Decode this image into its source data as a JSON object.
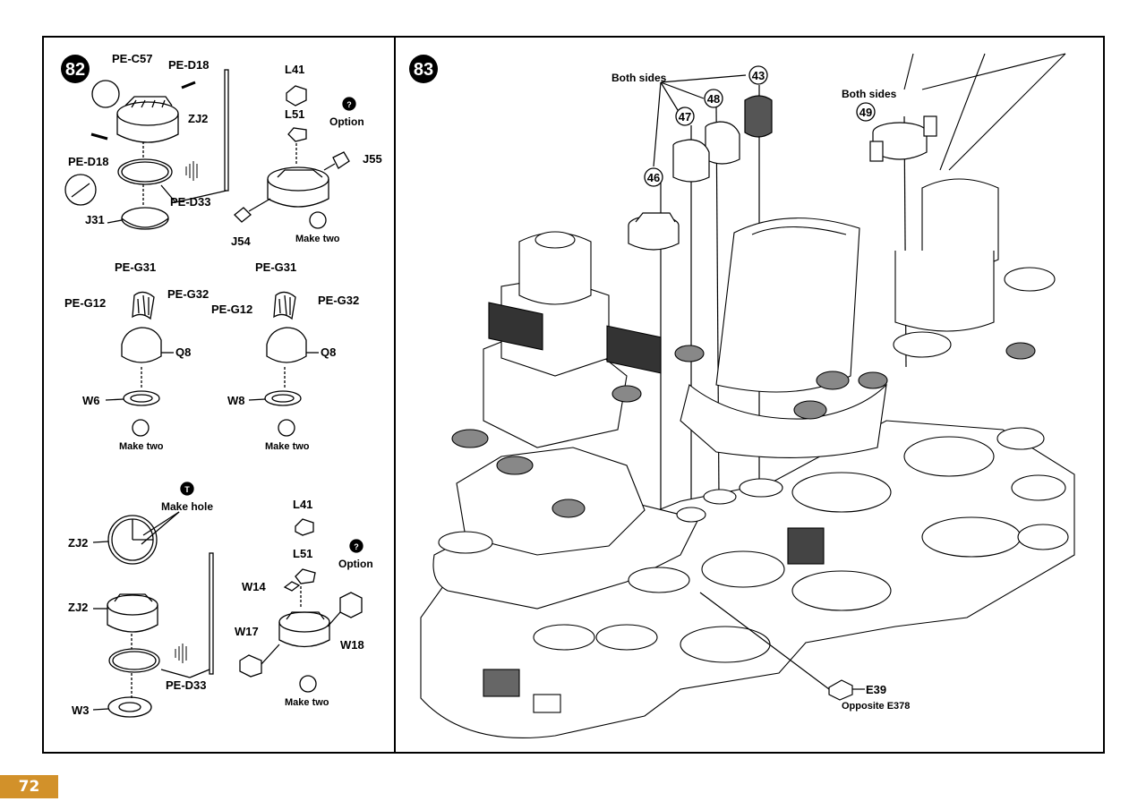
{
  "page_number": "72",
  "accent_color": "#d2912a",
  "step82": {
    "number": "82",
    "sub_a": {
      "parts": [
        "PE-C57",
        "PE-D18",
        "ZJ2",
        "PE-D18",
        "PE-D33",
        "J31"
      ]
    },
    "sub_46": {
      "parts": [
        "L41",
        "L51",
        "J55",
        "J54"
      ],
      "option_label": "Option",
      "option_mark": "?",
      "callout": "46",
      "note": "Make two"
    },
    "sub_47": {
      "parts": [
        "PE-G31",
        "PE-G12",
        "PE-G32",
        "Q8",
        "W6"
      ],
      "callout": "47",
      "note": "Make two"
    },
    "sub_48": {
      "parts": [
        "PE-G31",
        "PE-G12",
        "PE-G32",
        "Q8",
        "W8"
      ],
      "callout": "48",
      "note": "Make two"
    },
    "sub_hole": {
      "hole_mark": "T",
      "hole_label": "Make hole",
      "parts": [
        "ZJ2",
        "ZJ2",
        "PE-D33",
        "W3"
      ]
    },
    "sub_49": {
      "parts": [
        "L41",
        "L51",
        "W14",
        "W17",
        "W18"
      ],
      "option_label": "Option",
      "option_mark": "?",
      "callout": "49",
      "note": "Make two"
    }
  },
  "step83": {
    "number": "83",
    "both_sides_1": "Both sides",
    "both_sides_2": "Both sides",
    "callouts": [
      "43",
      "48",
      "47",
      "46",
      "49"
    ],
    "part_e39": "E39",
    "part_e39_note": "Opposite E378"
  }
}
